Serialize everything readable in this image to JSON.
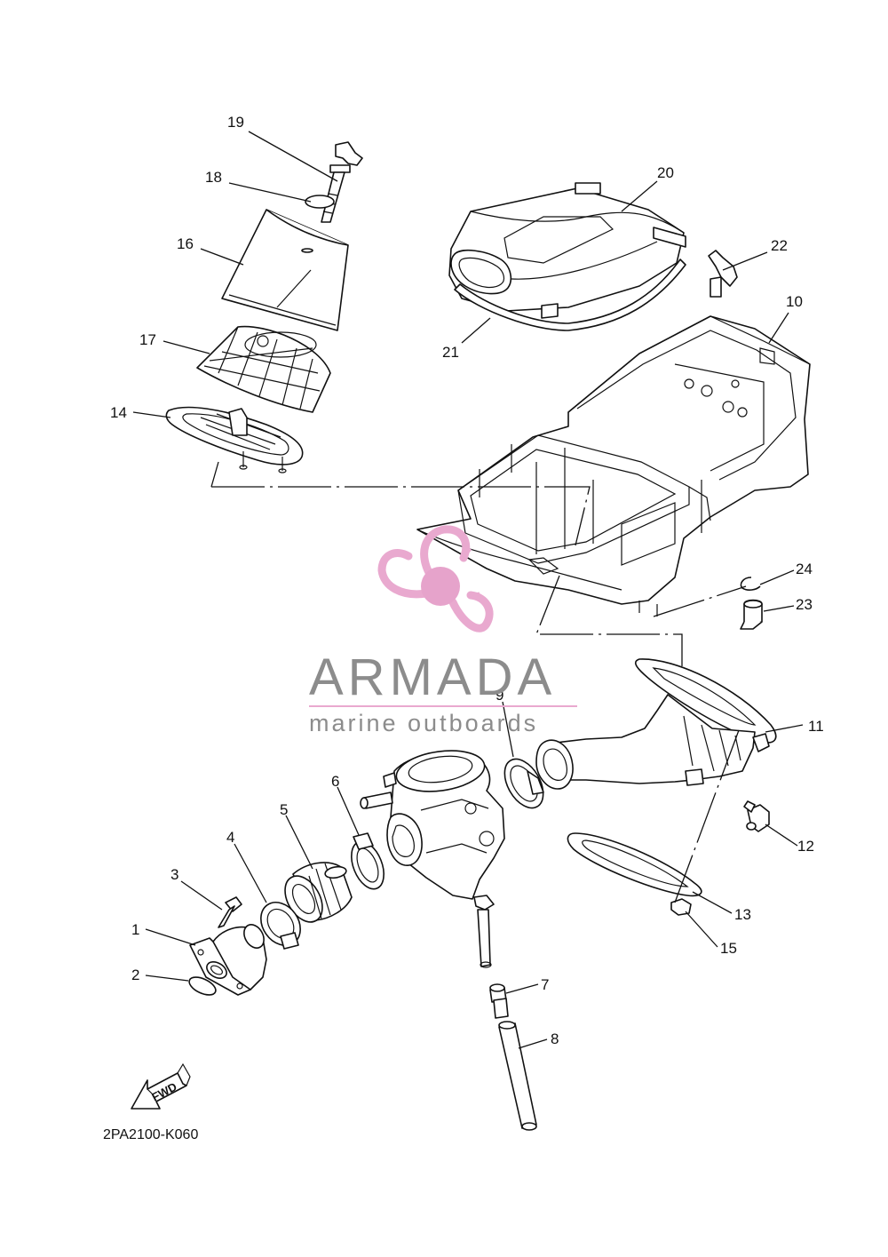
{
  "diagram": {
    "part_labels": [
      {
        "num": "1"
      },
      {
        "num": "2"
      },
      {
        "num": "3"
      },
      {
        "num": "4"
      },
      {
        "num": "5"
      },
      {
        "num": "6"
      },
      {
        "num": "7"
      },
      {
        "num": "8"
      },
      {
        "num": "9"
      },
      {
        "num": "10"
      },
      {
        "num": "11"
      },
      {
        "num": "12"
      },
      {
        "num": "13"
      },
      {
        "num": "14"
      },
      {
        "num": "15"
      },
      {
        "num": "16"
      },
      {
        "num": "17"
      },
      {
        "num": "18"
      },
      {
        "num": "19"
      },
      {
        "num": "20"
      },
      {
        "num": "21"
      },
      {
        "num": "22"
      },
      {
        "num": "23"
      },
      {
        "num": "24"
      }
    ],
    "drawing_code": "2PA2100-K060",
    "fwd_label": "FWD"
  },
  "watermark": {
    "brand": "ARMADA",
    "tagline": "marine outboards",
    "brand_color": "#8c8c8c",
    "logo_color": "#e9a9cf",
    "logo_center_color": "#e6a3cb"
  }
}
